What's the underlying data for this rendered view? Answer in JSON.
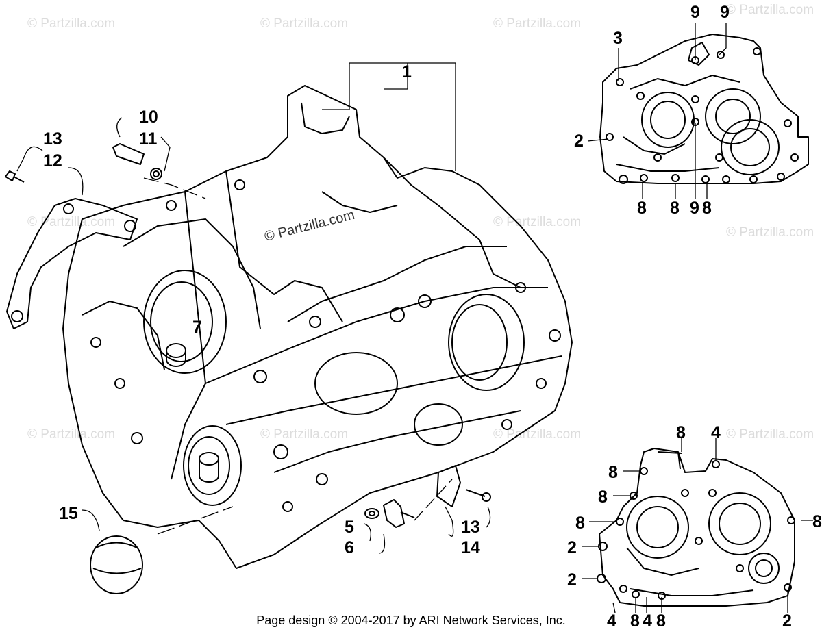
{
  "watermark": {
    "brand": "© Partzilla.com",
    "center_brand": "© Partzilla.com"
  },
  "footer": {
    "copyright": "Page design © 2004-2017 by ARI Network Services, Inc."
  },
  "callouts": {
    "main": [
      "1",
      "7",
      "10",
      "11",
      "13",
      "12",
      "15",
      "5",
      "6",
      "13",
      "14"
    ],
    "top_right": [
      "9",
      "9",
      "3",
      "2",
      "8",
      "8",
      "9",
      "8"
    ],
    "bottom_right": [
      "8",
      "4",
      "8",
      "8",
      "8",
      "8",
      "2",
      "2",
      "4",
      "8",
      "4",
      "8",
      "2"
    ]
  }
}
